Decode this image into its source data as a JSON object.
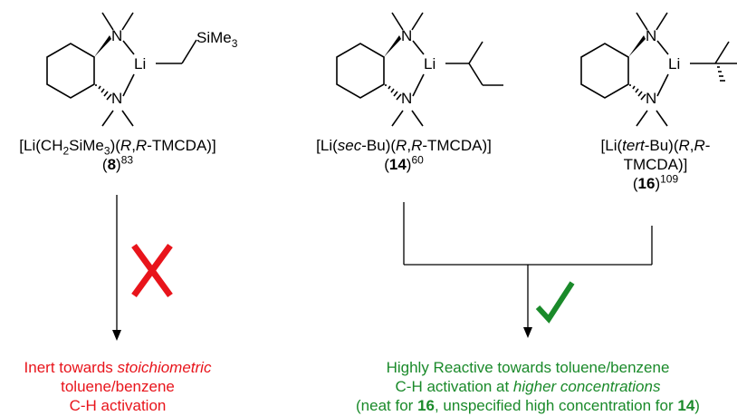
{
  "molecules": [
    {
      "id": "8",
      "formula_parts": [
        "[Li(CH",
        "2",
        "SiMe",
        "3",
        ")(",
        "R",
        ",",
        "R",
        "-TMCDA)]"
      ],
      "compound_number": "8",
      "reference": "83",
      "substituent_label": "SiMe",
      "substituent_sub": "3"
    },
    {
      "id": "14",
      "formula_parts": [
        "[Li(",
        "sec",
        "-Bu)(",
        "R",
        ",",
        "R",
        "-TMCDA)]"
      ],
      "compound_number": "14",
      "reference": "60"
    },
    {
      "id": "16",
      "formula_line1_parts": [
        "[Li(",
        "tert",
        "-Bu)(",
        "R",
        ",",
        "R",
        "-"
      ],
      "formula_line2": "TMCDA)]",
      "compound_number": "16",
      "reference": "109"
    }
  ],
  "atoms": {
    "nitrogen": "N",
    "lithium": "Li"
  },
  "outcome_left": {
    "line1_plain": "Inert towards ",
    "line1_italic": "stoichiometric",
    "line2": "toluene/benzene",
    "line3": "C-H activation",
    "mark": "X",
    "color": "#e8141b"
  },
  "outcome_right": {
    "line1": "Highly Reactive towards toluene/benzene",
    "line2_plain": "C-H activation at ",
    "line2_italic": "higher concentrations",
    "line3_parts": [
      "(neat for ",
      "16",
      ", unspecified high concentration for ",
      "14",
      ")"
    ],
    "mark": "✓",
    "color": "#1a8a2a"
  }
}
